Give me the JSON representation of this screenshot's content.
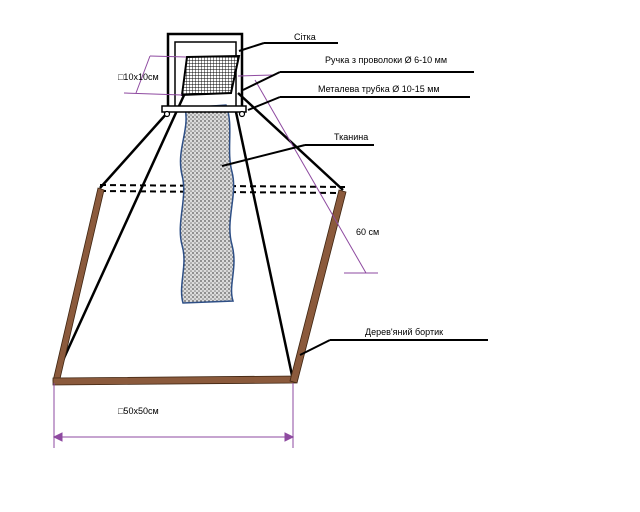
{
  "labels": {
    "mesh": "Сітка",
    "handle": "Ручка з проволоки Ø 6-10 мм",
    "tube": "Металева трубка Ø 10-15 мм",
    "fabric": "Тканина",
    "side_length": "60 см",
    "wooden_rim": "Дерев'яний бортик",
    "top_size": "□10х10см",
    "base_size": "□50х50см"
  },
  "colors": {
    "wood": "#8b5a3c",
    "wood_edge": "#3e2410",
    "dimension": "#8e4aa0",
    "outline": "#000000",
    "fabric_outline": "#2e4f86",
    "fabric_fill": "#d8d8d8"
  }
}
